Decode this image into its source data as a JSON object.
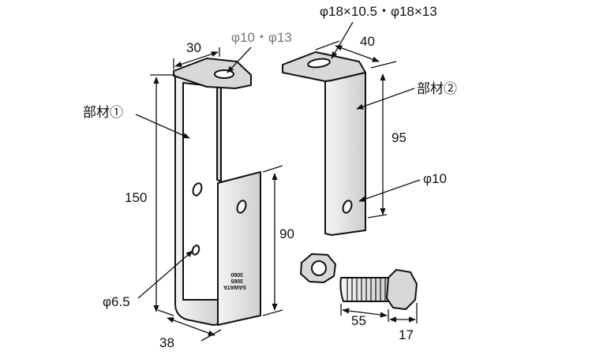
{
  "title": "Hanger bracket set dimensional drawing",
  "part1": {
    "label": "部材①",
    "width_top": "30",
    "height": "150",
    "depth": "38",
    "top_hole": "φ10・φ13",
    "side_hole": "φ6.5",
    "inner_height": "90"
  },
  "part2": {
    "label": "部材②",
    "width_top": "40",
    "height": "95",
    "top_hole": "φ18×10.5・φ18×13",
    "side_hole": "φ10"
  },
  "bolt": {
    "length": "55",
    "head": "17"
  },
  "stamp": {
    "line1": "SAWATA",
    "line2": "3065",
    "line3": "3060"
  }
}
